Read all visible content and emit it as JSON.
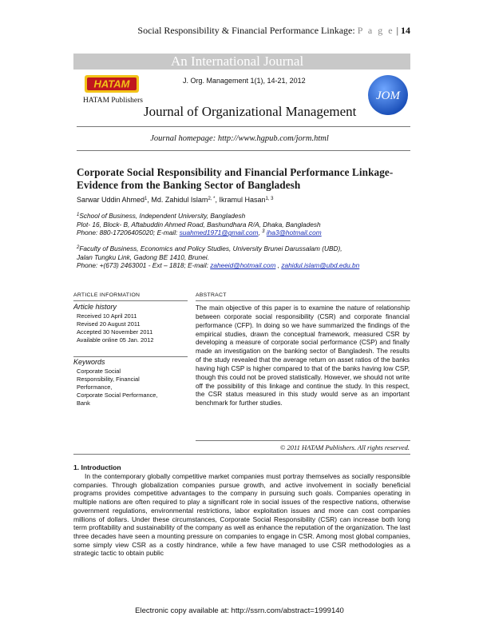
{
  "running_header": {
    "text": "Social Responsibility & Financial Performance Linkage: ",
    "page_word": "P a g e",
    "sep": " | ",
    "page_number": "14"
  },
  "journal_banner": {
    "international": "An International Journal",
    "publisher_logo_text": "HATAM",
    "publisher_caption": "HATAM Publishers",
    "citation": "J. Org. Management 1(1), 14-21, 2012",
    "journal_logo_text": "JOM",
    "journal_title": "Journal of Organizational Management",
    "homepage": "Journal homepage: http://www.hgpub.com/jorm.html"
  },
  "paper": {
    "title": "Corporate Social Responsibility and Financial Performance Linkage-Evidence from the Banking Sector of Bangladesh",
    "authors": [
      {
        "name": "Sarwar Uddin Ahmed",
        "sup": "1",
        "sep": ", "
      },
      {
        "name": "Md. Zahidul Islam",
        "sup": "2, *",
        "sep": ", "
      },
      {
        "name": "Ikramul Hasan",
        "sup": "1, 3",
        "sep": ""
      }
    ],
    "affiliation_1": {
      "sup": "1",
      "line1": "School of Business, Independent University, Bangladesh",
      "line2": "Plot- 16, Block- B, Aftabuddin Ahmed Road, Bashundhara R/A, Dhaka, Bangladesh",
      "line3_prefix": "Phone: 880-17206405020; E-mail: ",
      "email1": "suahmed1971@gmail.com",
      "mid": ", ",
      "sup3": "3",
      "email2": "iha3@hotmail.com"
    },
    "affiliation_2": {
      "sup": "2",
      "line1": "Faculty of Business, Economics and Policy Studies, University Brunei Darussalam (UBD),",
      "line2": "Jalan Tungku Link, Gadong BE 1410, Brunei.",
      "line3_prefix": "Phone: +(673) 2463001 - Ext – 1818;  E-mail: ",
      "email1": "zaheeid@hotmail.com",
      "mid": " , ",
      "email2": "zahidul.islam@ubd.edu.bn"
    }
  },
  "article_info": {
    "heading": "ARTICLE INFORMATION",
    "history_title": "Article history",
    "history": [
      "Received 10 April 2011",
      "Revised 20 August 2011",
      "Accepted  30 November 2011",
      "Available online 05 Jan. 2012"
    ],
    "keywords_title": "Keywords",
    "keywords": [
      "Corporate Social",
      "Responsibility, Financial",
      "Performance,",
      "Corporate Social Performance,",
      "Bank"
    ]
  },
  "abstract": {
    "heading": "ABSTRACT",
    "text": "The main objective of this paper is to examine the nature of relationship between corporate social responsibility (CSR) and corporate financial performance (CFP). In doing so we have summarized the findings of the empirical studies, drawn the conceptual framework, measured CSR by developing a measure of corporate social performance (CSP) and finally made an investigation on the banking sector of Bangladesh. The results of the study revealed that the average return on asset ratios of the banks having high CSP is higher compared to that of the banks having low CSP, though this could not be proved statistically. However, we should not write off the possibility of this linkage and continue the study. In this respect, the CSR status measured in this study would serve as an important benchmark for further studies.",
    "copyright": "© 2011 HATAM Publishers. All rights reserved."
  },
  "introduction": {
    "heading": "1.    Introduction",
    "text": "In the contemporary globally competitive market companies must portray themselves as socially responsible companies. Through globalization companies pursue growth, and active involvement in socially beneficial programs provides competitive advantages to the company in pursuing such goals. Companies operating in multiple nations are often required to play a significant role in social issues of the respective nations, otherwise government regulations, environmental restrictions, labor exploitation issues and more can cost companies millions of dollars. Under these circumstances, Corporate Social Responsibility (CSR) can increase both long term profitability and sustainability of the company as well as enhance the reputation of the organization. The last three decades have seen a mounting pressure on companies to engage in CSR. Among most global companies, some simply view CSR as a costly hindrance, while a few have managed to use CSR methodologies as a strategic tactic to obtain public"
  },
  "footer": {
    "text": "Electronic copy available at: http://ssrn.com/abstract=1999140"
  },
  "colors": {
    "banner_gray": "#c8c8c8",
    "link_blue": "#1b2fb5",
    "hatam_red": "#c0161e",
    "hatam_yellow": "#f2c318",
    "jom_blue": "#1a4fb8"
  }
}
